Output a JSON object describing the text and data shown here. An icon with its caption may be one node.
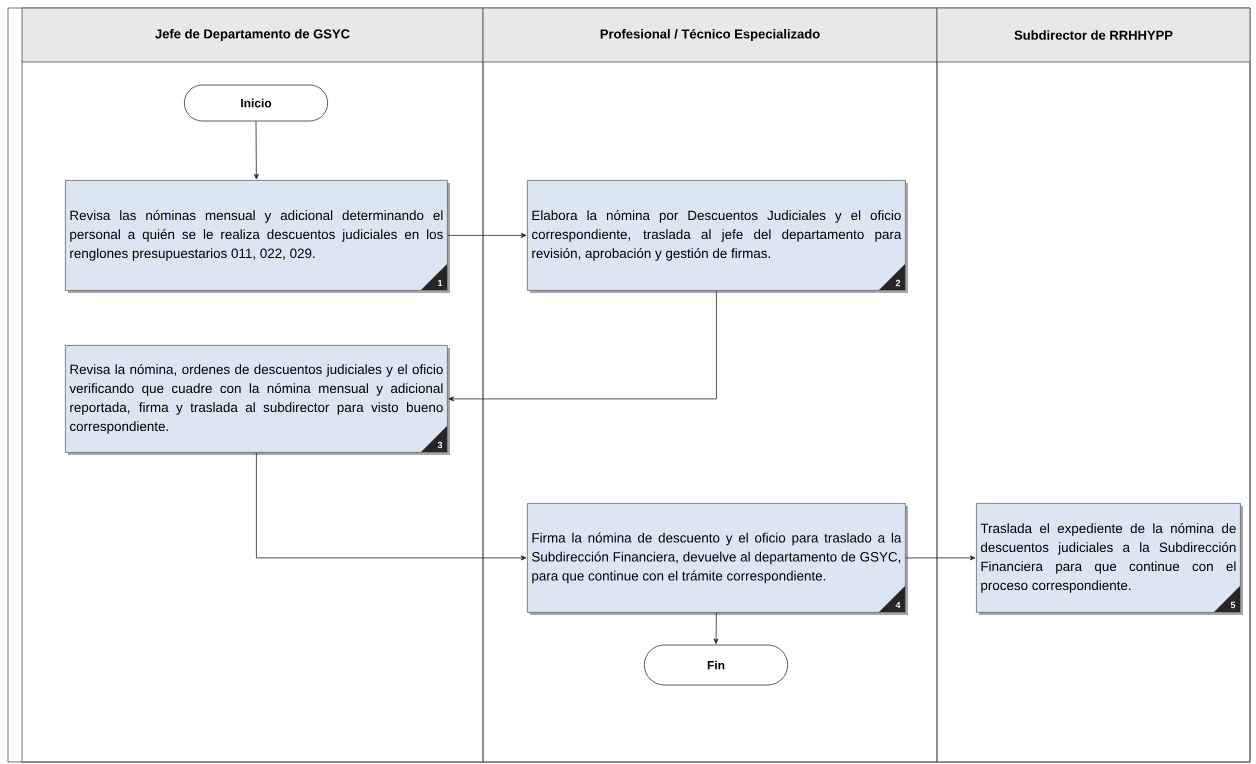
{
  "diagram": {
    "nodes": [
      {
        "text": [
          "Jefe de Departamento de GSYC"
        ]
      },
      {
        "text": [
          "Profesional / Técnico Especializado"
        ]
      },
      {
        "text": [
          "Subdirector de RRHHYPP"
        ]
      },
      {
        "text": [
          "Inicio"
        ],
        "in": 0
      },
      {
        "text": [
          "Revisa las nóminas mensual y adicional determinando el personal a quién se le realiza descuentos judiciales en los renglones presupuestarios 011, 022, 029.",
          "1"
        ],
        "in": 0
      },
      {
        "text": [
          "Elabora la nómina por Descuentos Judiciales y el oficio correspondiente, traslada al jefe del departamento para revisión, aprobación y gestión de firmas.",
          "2"
        ],
        "in": 1
      },
      {
        "text": [
          "Revisa la nómina, ordenes de descuentos judiciales y el oficio verificando que cuadre con la nómina mensual y adicional reportada, firma y traslada al subdirector para visto bueno correspondiente.",
          "3"
        ],
        "in": 0
      },
      {
        "text": [
          "Firma la nómina de descuento y el oficio para traslado a la Subdirección Financiera, devuelve al departamento de GSYC, para que continue con el trámite correspondiente.",
          "4"
        ],
        "in": 1
      },
      {
        "text": [
          "Traslada el expediente de la nómina de descuentos judiciales a la Subdirección Financiera para que continue con el proceso correspondiente.",
          "5"
        ],
        "in": 2
      },
      {
        "text": [
          "Fin"
        ],
        "in": 1
      }
    ],
    "edges": [
      {
        "from": 3,
        "to": 4,
        "arrow": "to"
      },
      {
        "from": 4,
        "to": 5,
        "arrow": "to"
      },
      {
        "from": 5,
        "to": 6,
        "arrow": "to"
      },
      {
        "from": 6,
        "to": 7,
        "arrow": "to"
      },
      {
        "from": 7,
        "to": 8,
        "arrow": "to"
      },
      {
        "from": 7,
        "to": 9,
        "arrow": "to"
      }
    ]
  }
}
